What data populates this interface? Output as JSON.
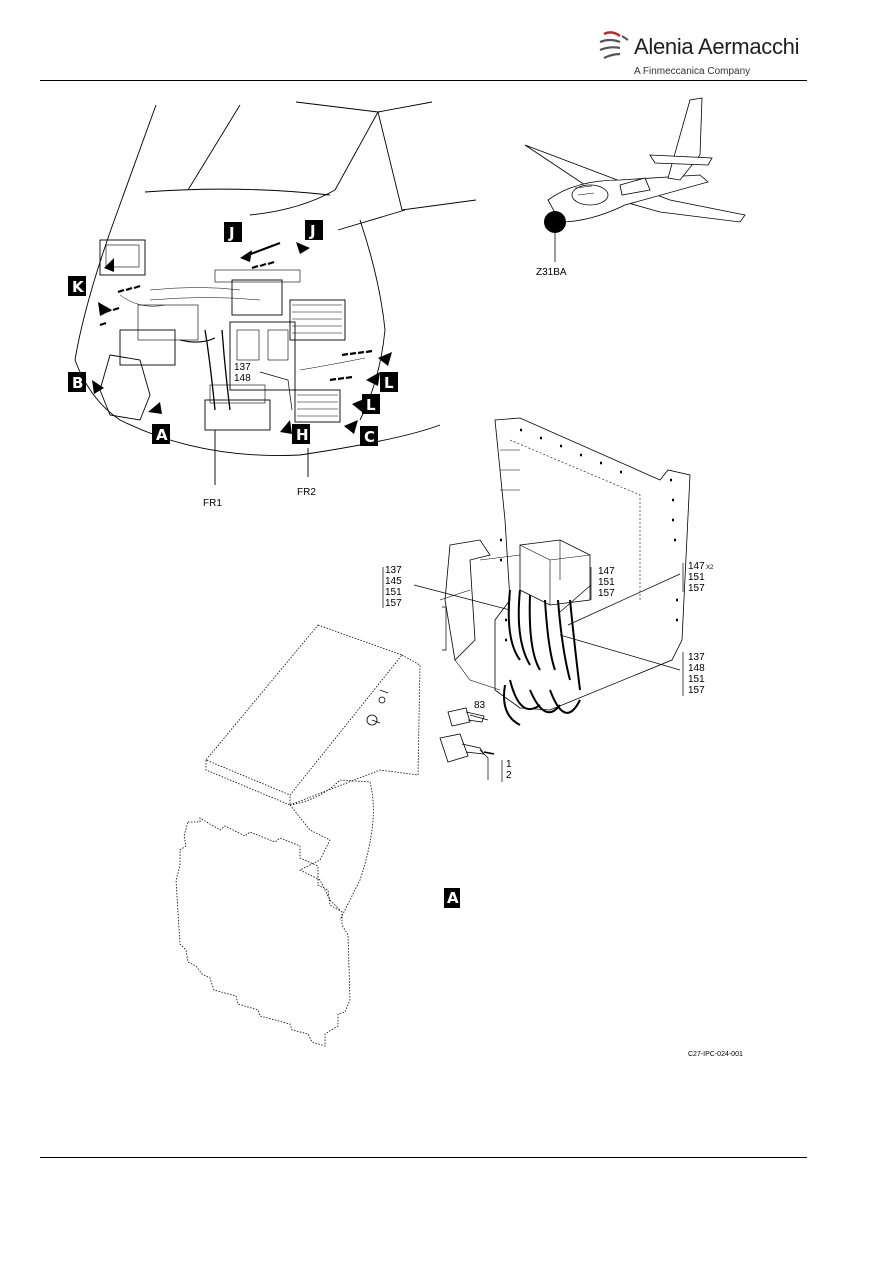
{
  "header": {
    "brand_name": "Alenia Aermacchi",
    "brand_tagline": "A Finmeccanica Company"
  },
  "figure": {
    "zone": "Z31BA",
    "frame_labels": [
      "FR1",
      "FR2"
    ],
    "view_letters": [
      "K",
      "J",
      "J",
      "B",
      "A",
      "H",
      "L",
      "L",
      "C"
    ],
    "detail_letter": "A",
    "callouts_top": [
      "137",
      "148"
    ],
    "callout_left": [
      "137",
      "145",
      "151",
      "157"
    ],
    "callout_mid": [
      "147",
      "151",
      "157"
    ],
    "callout_right_top_main": "147",
    "callout_right_top_sub": "X2",
    "callout_right_top": [
      "151",
      "157"
    ],
    "callout_right_bottom": [
      "137",
      "148",
      "151",
      "157"
    ],
    "callout_83": "83",
    "callout_12": [
      "1",
      "2"
    ],
    "figure_code": "C27-IPC-024-001"
  }
}
